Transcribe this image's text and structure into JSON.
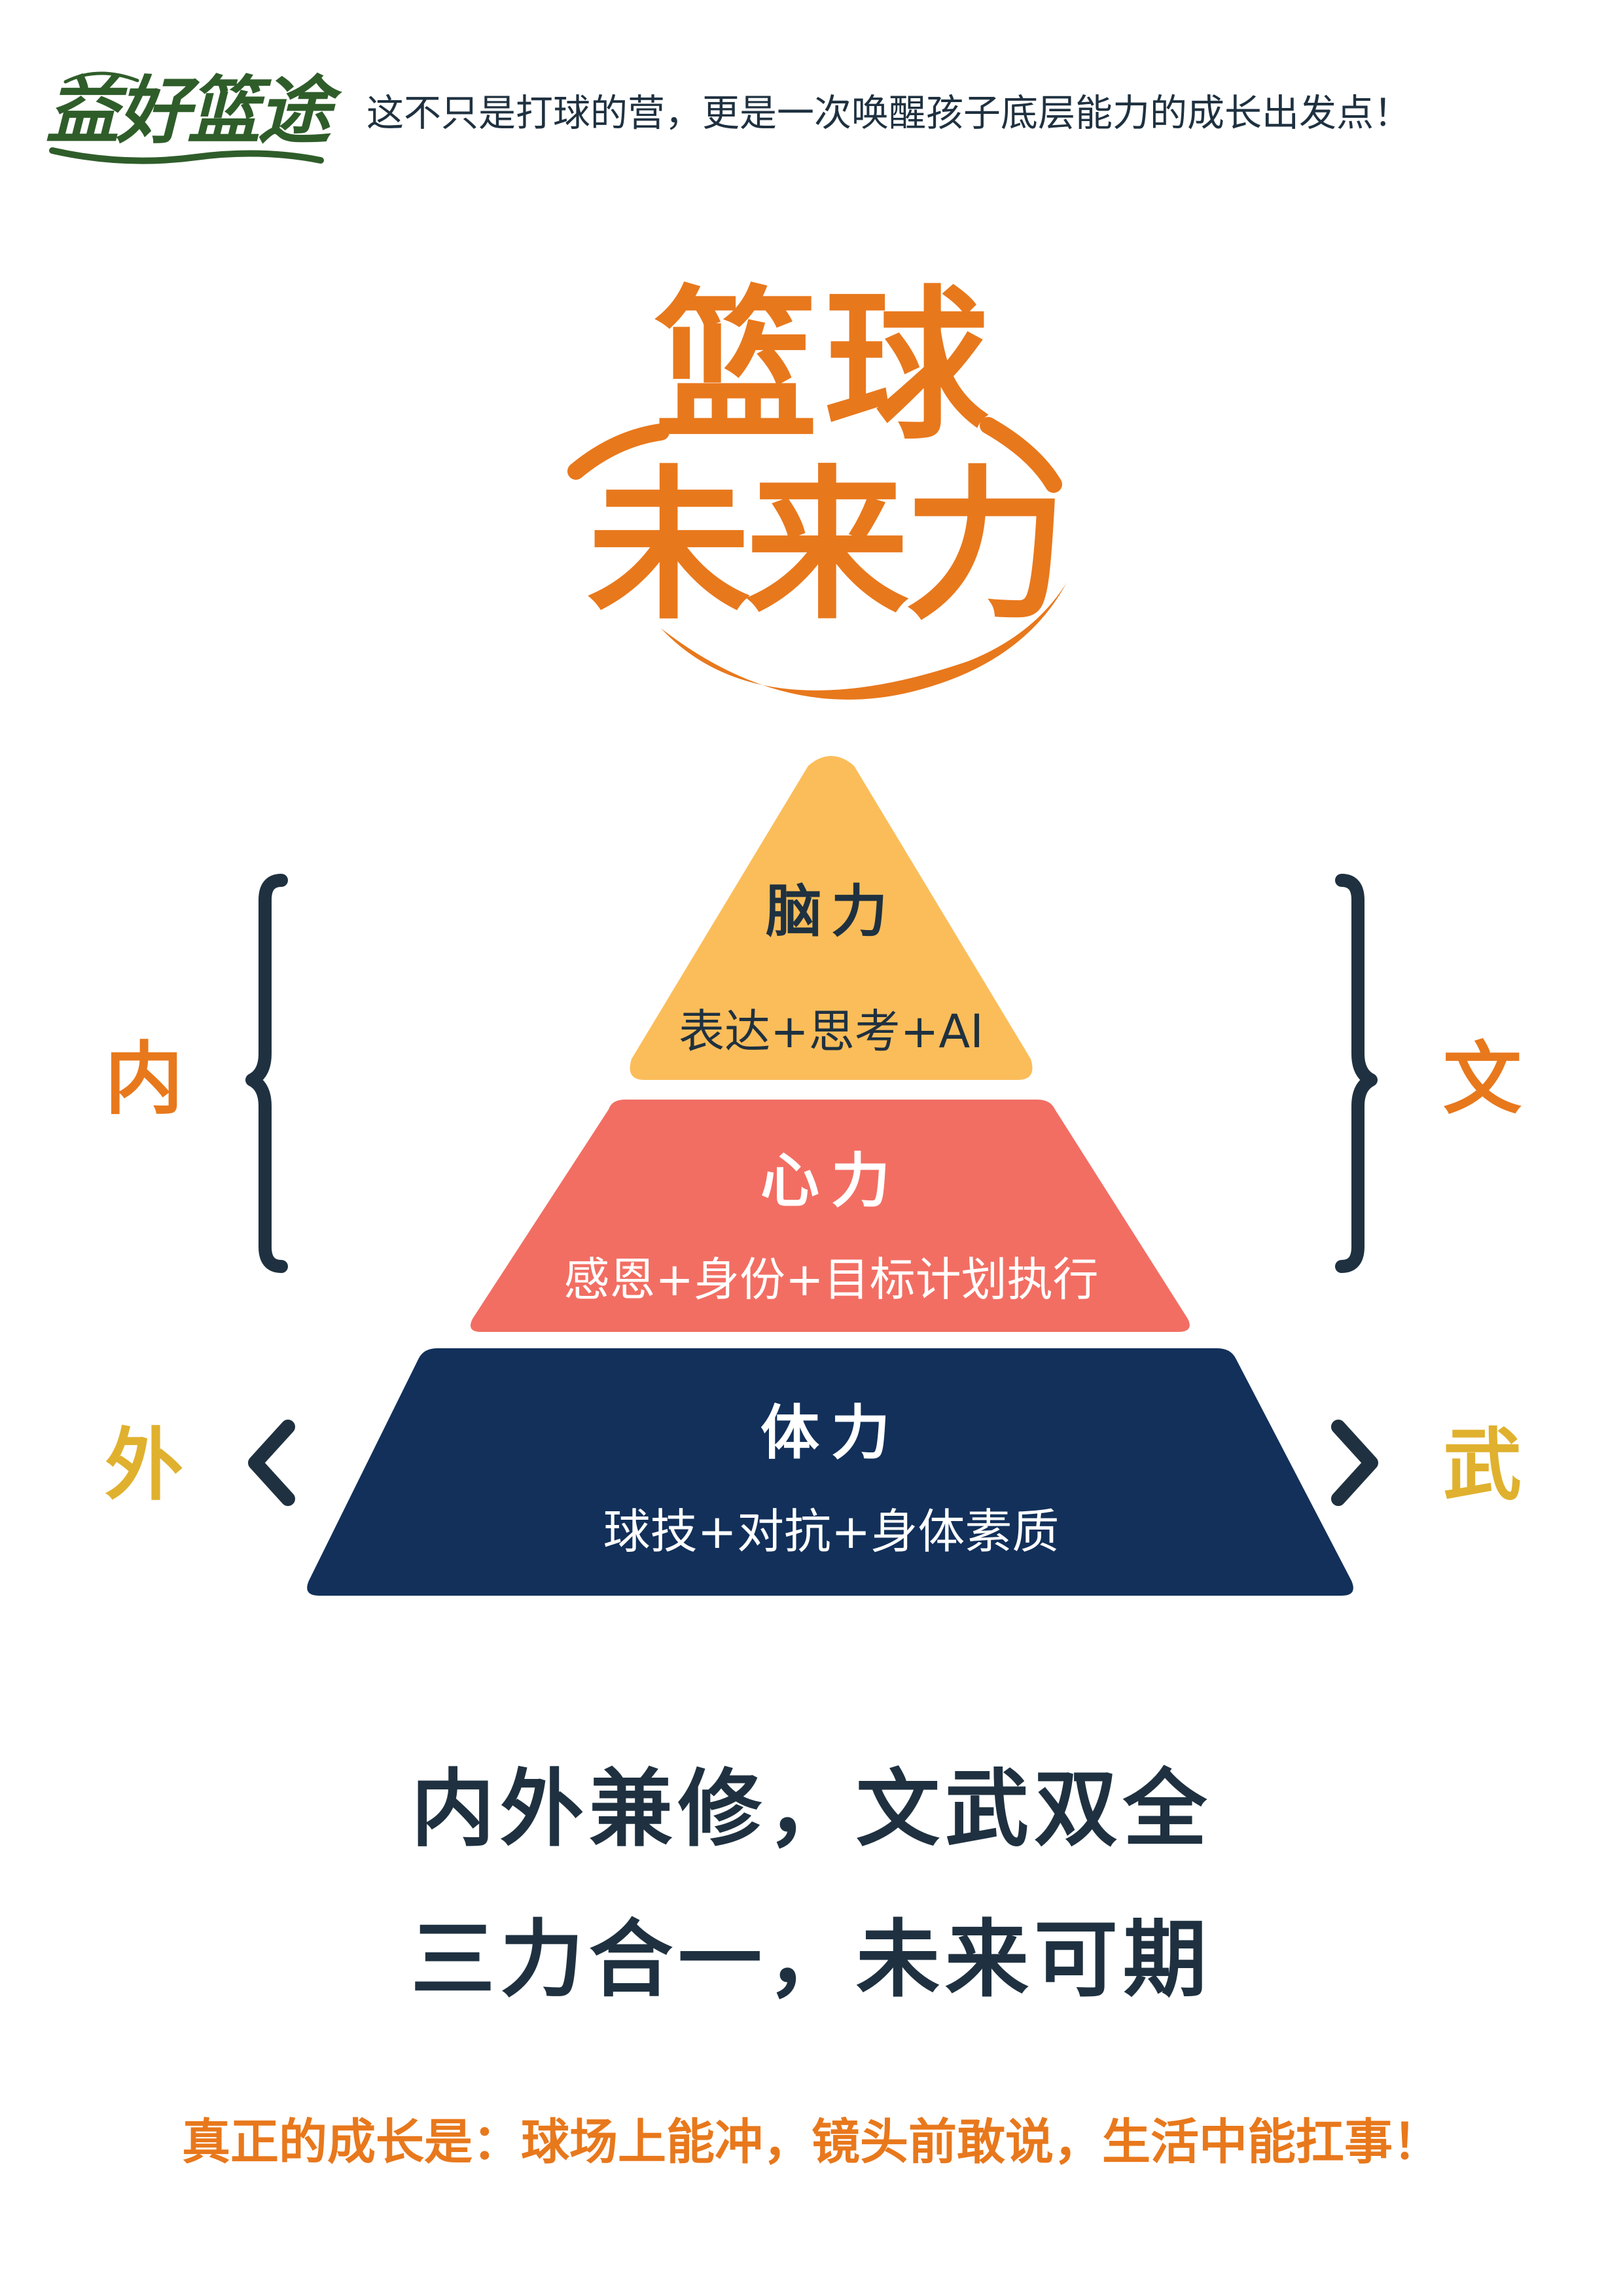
{
  "header": {
    "logo_text": "益好篮途",
    "tagline": "这不只是打球的营，更是一次唤醒孩子底层能力的成长出发点！"
  },
  "title": {
    "line1": "篮球",
    "line2": "未来力"
  },
  "pyramid": {
    "top": {
      "title": "脑力",
      "subtitle": "表达+思考+AI",
      "color": "#fbbd5a"
    },
    "middle": {
      "title": "心力",
      "subtitle": "感恩+身份+目标计划执行",
      "color": "#f26e63"
    },
    "bottom": {
      "title": "体力",
      "subtitle": "球技+对抗+身体素质",
      "color": "#12305a"
    }
  },
  "sides": {
    "left_upper": "内",
    "right_upper": "文",
    "left_lower": "外",
    "right_lower": "武"
  },
  "slogans": {
    "line1": "内外兼修，文武双全",
    "line2": "三力合一，未来可期"
  },
  "footer": {
    "text": "真正的成长是：球场上能冲，镜头前敢说，生活中能扛事！"
  },
  "colors": {
    "orange": "#e8781c",
    "navy": "#1f3140",
    "gold": "#e0b12e",
    "logo_green": "#2f5d2a"
  },
  "icons": {
    "left_brace": "left-brace-icon",
    "right_brace": "right-brace-icon",
    "left_chevron": "chevron-left-icon",
    "right_chevron": "chevron-right-icon"
  }
}
